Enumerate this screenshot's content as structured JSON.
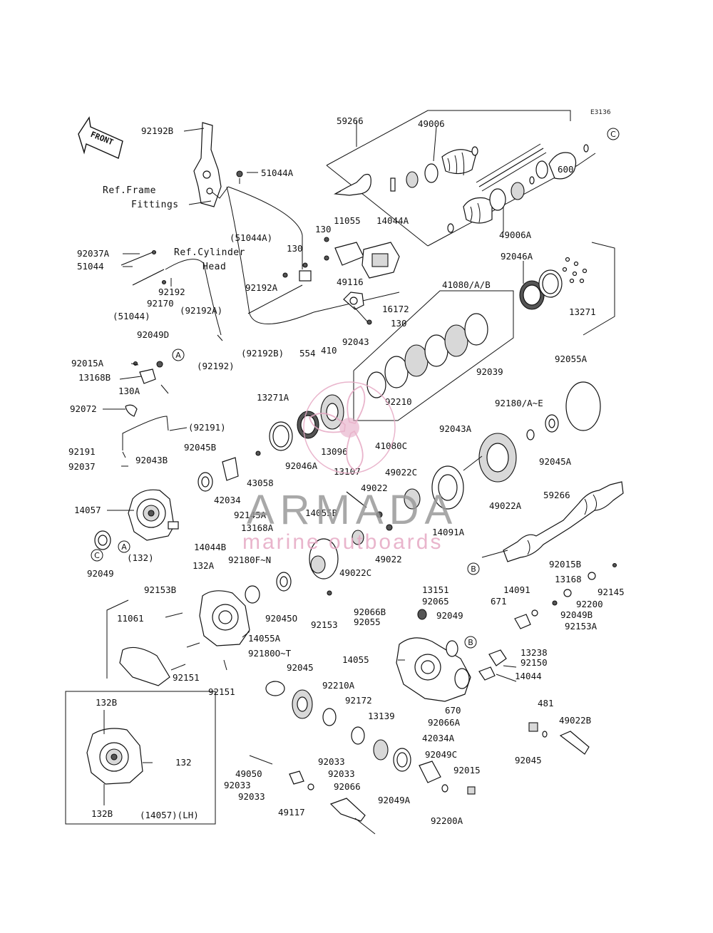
{
  "diagram_code": "E3136",
  "front_label": "FRONT",
  "colors": {
    "line": "#111111",
    "watermark_pink": "#e6a9c4",
    "watermark_gray": "#9a9a9a"
  },
  "watermark": {
    "brand": "ARMADA",
    "tagline": "marine outboards",
    "logo": "propeller-logo-icon"
  },
  "refs": [
    {
      "id": "ref-frame",
      "line1": "Ref.Frame",
      "line2": "Fittings"
    },
    {
      "id": "ref-cylinder",
      "line1": "Ref.Cylinder",
      "line2": "Head"
    }
  ],
  "connectors": [
    "A",
    "A",
    "B",
    "B",
    "C",
    "C"
  ],
  "parts": [
    "92192B",
    "51044A",
    "(51044A)",
    "92037A",
    "51044",
    "92192",
    "92170",
    "(51044)",
    "(92192A)",
    "92192A",
    "130",
    "130",
    "11055",
    "14044A",
    "49116",
    "16172",
    "92043",
    "130",
    "554",
    "410",
    "(92192B)",
    "(92192)",
    "92049D",
    "92015A",
    "13168B",
    "130A",
    "92072",
    "(92191)",
    "92191",
    "92037",
    "92045B",
    "92043B",
    "13271A",
    "43058",
    "42034",
    "92046A",
    "13096",
    "41080C",
    "14057",
    "92145A",
    "13168A",
    "14044B",
    "132A",
    "(132)",
    "92049",
    "92153B",
    "92180F~N",
    "14055B",
    "13107",
    "49022",
    "49022C",
    "49022",
    "49022C",
    "92153",
    "92045O",
    "11061",
    "14055A",
    "92180O~T",
    "92045",
    "92210A",
    "92151",
    "92151",
    "59266",
    "49006",
    "49006A",
    "92046A",
    "13271",
    "600",
    "41080/A/B",
    "92039",
    "92210",
    "92055A",
    "92180/A~E",
    "92043A",
    "92045A",
    "49022A",
    "14091A",
    "59266",
    "92015B",
    "13168",
    "92145",
    "92200",
    "13151",
    "92065",
    "671",
    "14091",
    "92049B",
    "92153A",
    "92066B",
    "92055",
    "92049",
    "14055",
    "13238",
    "92150",
    "14044",
    "92172",
    "670",
    "92066A",
    "13139",
    "42034A",
    "481",
    "49022B",
    "92045",
    "92049C",
    "92015",
    "92033",
    "92033",
    "49050",
    "92033",
    "92033",
    "92066",
    "49117",
    "92049A",
    "92200A",
    "132B",
    "132",
    "132B",
    "(14057)(LH)"
  ]
}
